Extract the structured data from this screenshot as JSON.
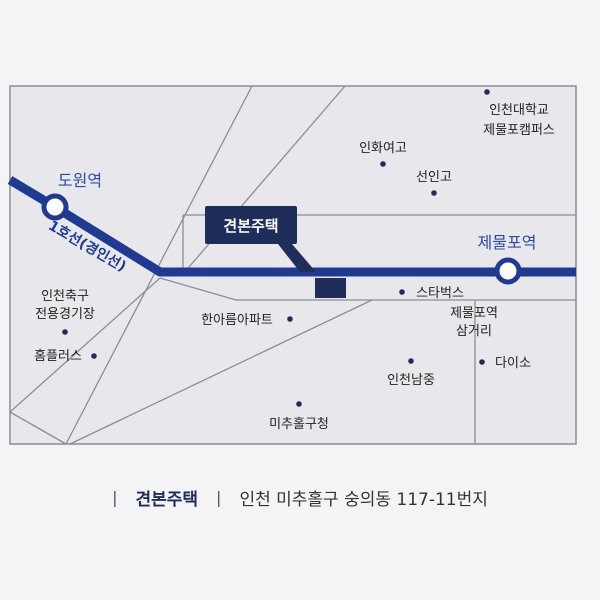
{
  "colors": {
    "map_bg": "#e8e8ec",
    "road": "#8c8c94",
    "rail": "#1f3a93",
    "callout": "#1f2d5a",
    "marker": "#1f2d5a",
    "label": "#222222",
    "station_label": "#2a4aa8"
  },
  "map": {
    "stations": {
      "dowon": "도원역",
      "jemulpo": "제물포역"
    },
    "line_label": "1호선(경인선)",
    "callout": "견본주택",
    "pois": {
      "incheon_univ": [
        "인천대학교",
        "제물포캠퍼스"
      ],
      "inhwa": "인화여고",
      "seonin": "선인고",
      "stadium": [
        "인천축구",
        "전용경기장"
      ],
      "homeplus": "홈플러스",
      "hanaroom": "한아름아파트",
      "starbucks": "스타벅스",
      "jemulpo_cross": [
        "제물포역",
        "삼거리"
      ],
      "daiso": "다이소",
      "incheon_namjung": "인천남중",
      "michuhol_office": "미추홀구청"
    }
  },
  "caption": {
    "separator": "|",
    "name": "견본주택",
    "address": "인천 미추홀구 숭의동 117-11번지"
  }
}
